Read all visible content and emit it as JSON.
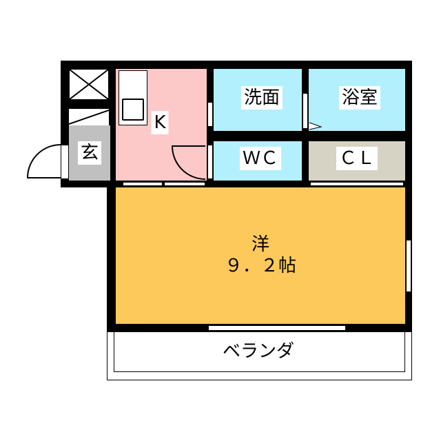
{
  "rooms": {
    "entrance": {
      "label": "玄",
      "color": "#c0c0c0"
    },
    "kitchen": {
      "label": "K",
      "color": "#fdc8c8"
    },
    "washroom": {
      "label": "洗面",
      "color": "#b3f0fd"
    },
    "bathroom": {
      "label": "浴室",
      "color": "#b3f0fd"
    },
    "toilet": {
      "label": "ＷＣ",
      "color": "#b3f0fd"
    },
    "closet": {
      "label": "ＣＬ",
      "color": "#d6d3c4"
    },
    "western_room": {
      "label": "洋",
      "size": "９．２帖",
      "color": "#fdc95a"
    },
    "balcony": {
      "label": "ベランダ"
    }
  }
}
